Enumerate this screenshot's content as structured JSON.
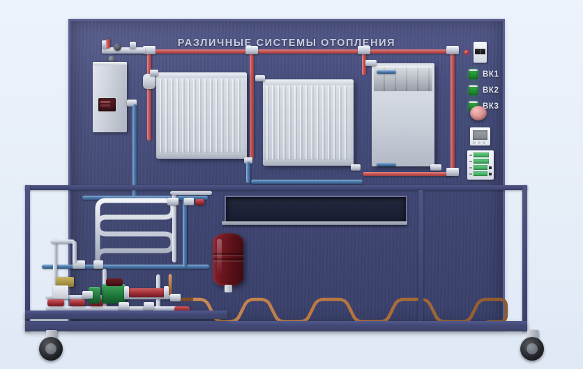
{
  "scene": {
    "title_ru": "РАЗЛИЧНЫЕ СИСТЕМЫ ОТОПЛЕНИЯ",
    "title_color": "#c9cfe0",
    "background_color": "#eaf1fa",
    "board_color": "#414871",
    "board_border_color": "#5a6092"
  },
  "panel": {
    "breaker_label": "",
    "indicators": [
      {
        "label": "ВК1",
        "state_color": "#2fa93f"
      },
      {
        "label": "ВК2",
        "state_color": "#2fa93f"
      },
      {
        "label": "ВК3",
        "state_color": "#2fa93f"
      }
    ],
    "knob_label": "",
    "thermostat_label": "",
    "controller_label": "",
    "power_led_color": "#c22b2b"
  },
  "equipment": {
    "boiler_label": "",
    "radiator_panel_1_label": "",
    "radiator_panel_2_label": "",
    "radiator_section_label": "",
    "towel_coil_label": "",
    "expansion_tank_label": "",
    "expansion_tank_color": "#7a1c27",
    "convector_duct_label": "",
    "underfloor_loop_label": "",
    "pump_color": "#1f7a3b",
    "hot_pipe_color": "#c85555",
    "cold_pipe_color": "#4e7cb0",
    "copper_pipe_color": "#b5743f"
  }
}
